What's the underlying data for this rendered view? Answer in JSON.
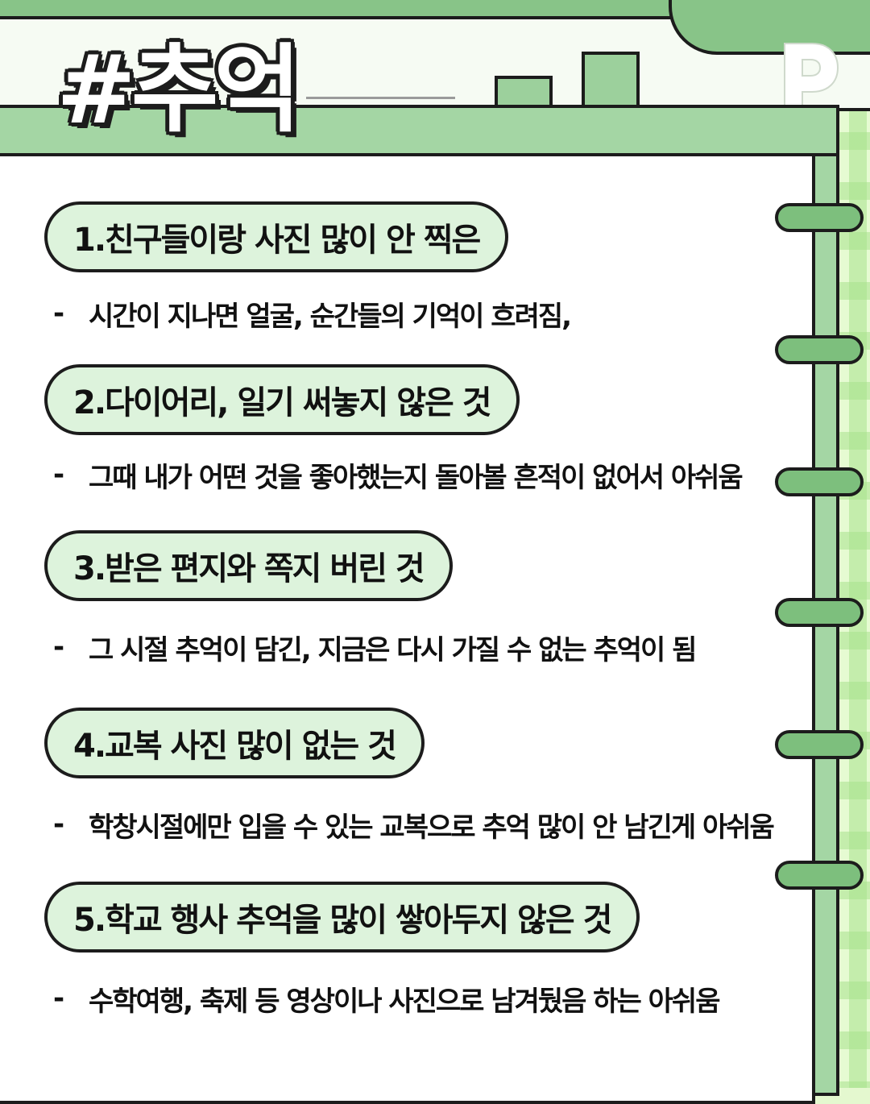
{
  "header": {
    "title": "#추억",
    "logo_icon": "p-logo-icon"
  },
  "colors": {
    "accent_green": "#88c488",
    "pill_fill": "#ddf3dc",
    "ring_green": "#7dbf7d"
  },
  "items": [
    {
      "heading": "1.친구들이랑 사진 많이 안 찍은",
      "dash": "-",
      "desc": "시간이 지나면 얼굴, 순간들의 기억이 흐려짐,"
    },
    {
      "heading": "2.다이어리, 일기 써놓지 않은 것",
      "dash": "-",
      "desc": "그때 내가 어떤 것을 좋아했는지 돌아볼 흔적이 없어서 아쉬움"
    },
    {
      "heading": "3.받은 편지와 쪽지 버린 것",
      "dash": "-",
      "desc": "그 시절 추억이 담긴, 지금은 다시 가질 수 없는 추억이 됨"
    },
    {
      "heading": "4.교복 사진 많이 없는 것",
      "dash": "-",
      "desc": "학창시절에만 입을 수 있는 교복으로 추억 많이 안 남긴게 아쉬움"
    },
    {
      "heading": "5.학교 행사 추억을 많이 쌓아두지 않은 것",
      "dash": "-",
      "desc": "수학여행, 축제 등 영상이나 사진으로 남겨뒀음 하는 아쉬움"
    }
  ]
}
